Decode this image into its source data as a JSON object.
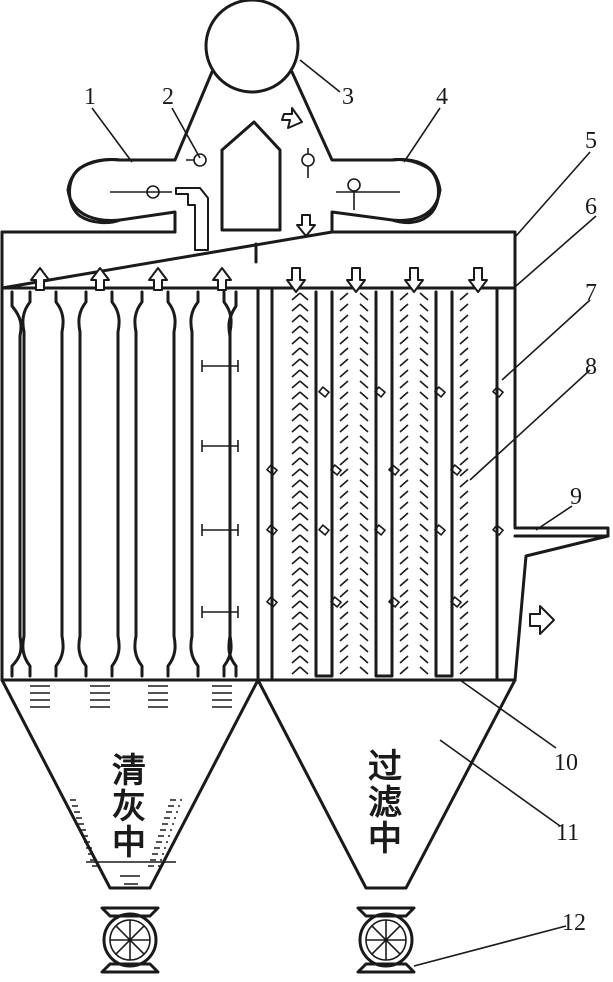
{
  "labels": {
    "n1": "1",
    "n2": "2",
    "n3": "3",
    "n4": "4",
    "n5": "5",
    "n6": "6",
    "n7": "7",
    "n8": "8",
    "n9": "9",
    "n10": "10",
    "n11": "11",
    "n12": "12"
  },
  "hoppers": {
    "left_state": [
      "清",
      "灰",
      "中"
    ],
    "right_state": [
      "过",
      "滤",
      "中"
    ]
  }
}
